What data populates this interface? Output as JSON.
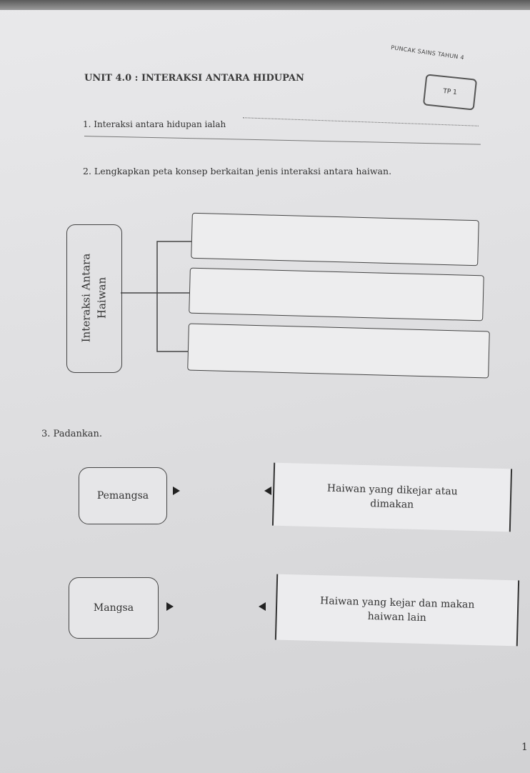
{
  "header": {
    "brand": "PUNCAK SAINS TAHUN 4",
    "tp_badge": "TP 1",
    "unit_title": "UNIT 4.0 : INTERAKSI ANTARA HIDUPAN"
  },
  "question1": {
    "text": "1.  Interaksi antara hidupan ialah"
  },
  "question2": {
    "text": "2.  Lengkapkan peta konsep berkaitan jenis interaksi antara haiwan.",
    "concept_root_line1": "Interaksi Antara",
    "concept_root_line2": "Haiwan"
  },
  "question3": {
    "text": "3.  Padankan.",
    "left_items": [
      "Pemangsa",
      "Mangsa"
    ],
    "right_items": [
      "Haiwan yang dikejar atau dimakan",
      "Haiwan yang kejar dan makan haiwan lain"
    ]
  },
  "page_number": "1"
}
